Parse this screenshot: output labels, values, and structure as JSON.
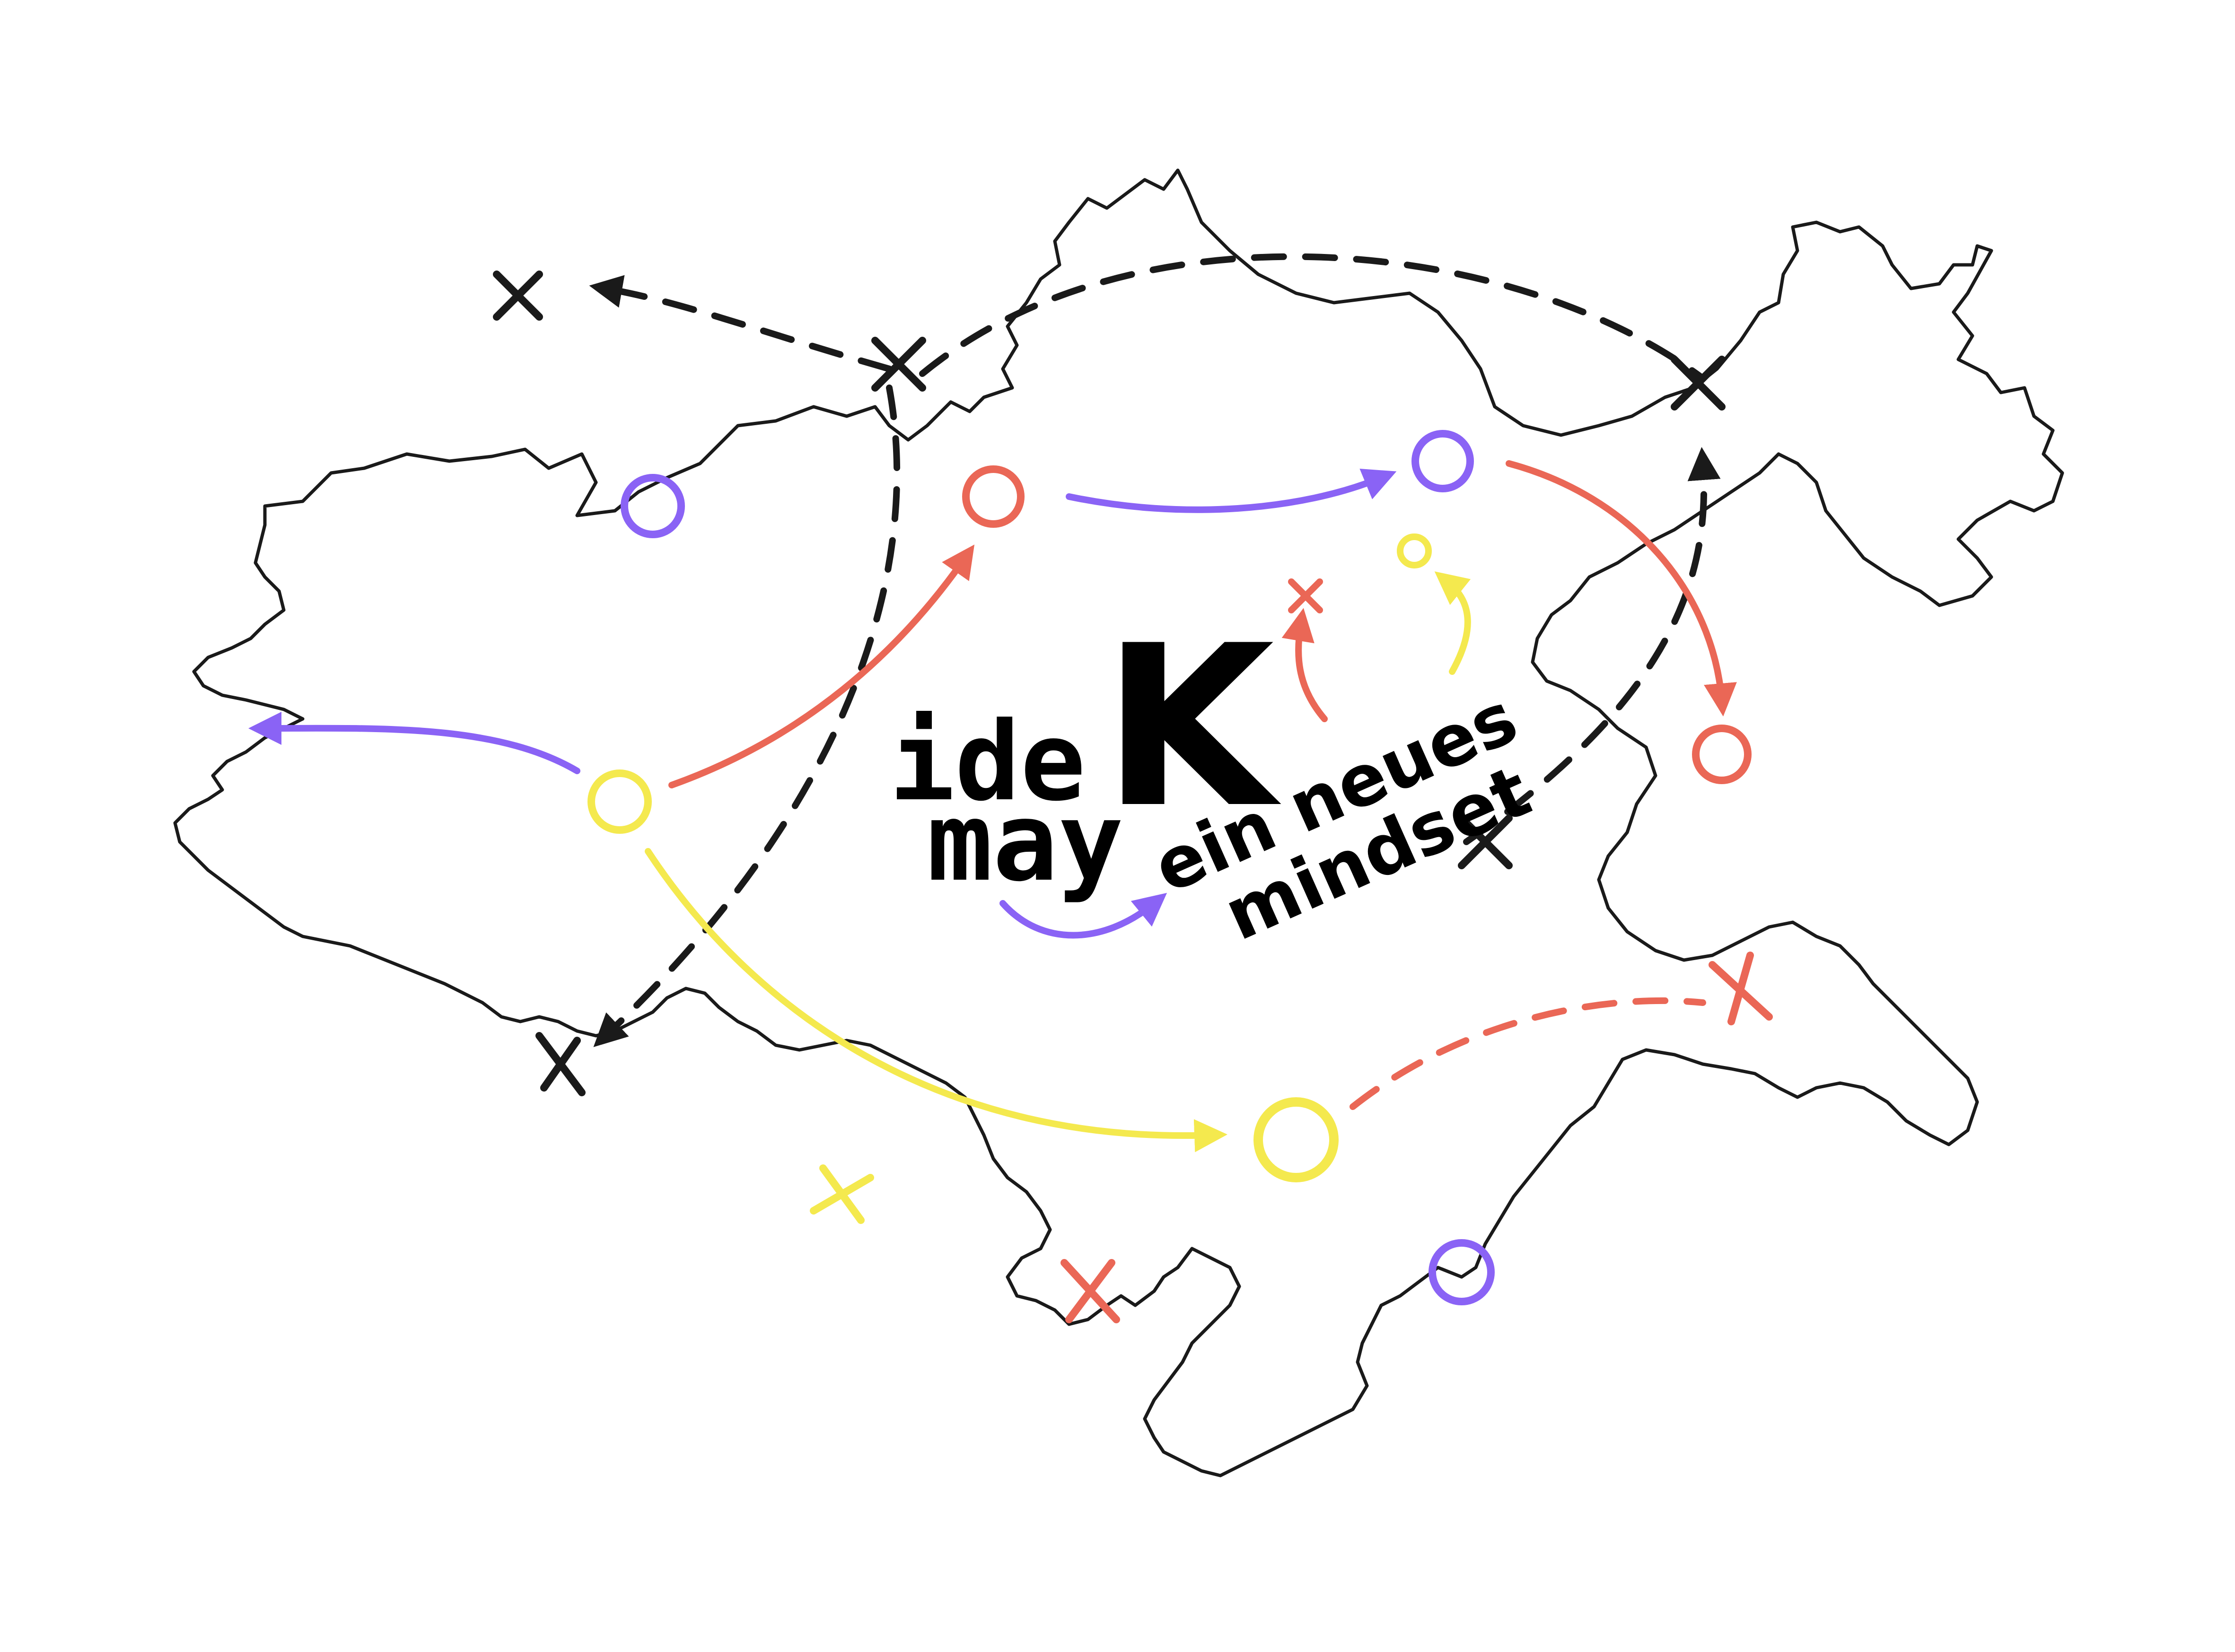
{
  "colors": {
    "background": "#ffffff",
    "outline": "#1a1a1a",
    "black": "#1a1a1a",
    "purple": "#8a63f5",
    "red": "#ea6756",
    "yellow": "#f4e94e"
  },
  "logo": {
    "line1": "ide",
    "line2": "may",
    "big_letter": "K",
    "tagline1": "ein neues",
    "tagline2": "mindset"
  },
  "markers": {
    "circle-icon": "circle",
    "cross-icon": "x-mark",
    "arrow-icon": "arrowhead"
  }
}
